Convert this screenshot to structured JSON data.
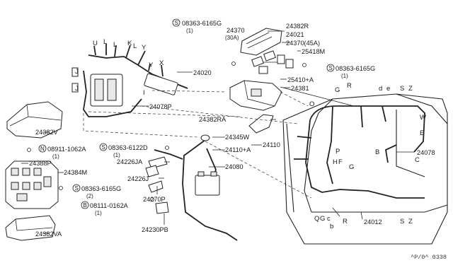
{
  "callouts": [
    {
      "id": "c1",
      "prefix": "S",
      "text": "08363-6165G",
      "sub": "(1)"
    },
    {
      "id": "c2",
      "prefix": "N",
      "text": "08911-1062A",
      "sub": "(1)"
    },
    {
      "id": "c3",
      "prefix": "S",
      "text": "08363-6122D",
      "sub": "(1)"
    },
    {
      "id": "c4",
      "prefix": "S",
      "text": "08363-6165G",
      "sub": "(2)"
    },
    {
      "id": "c5",
      "prefix": "B",
      "text": "08111-0162A",
      "sub": "(1)"
    },
    {
      "id": "c6",
      "prefix": "S",
      "text": "08363-6165G",
      "sub": "(1)"
    }
  ],
  "parts": {
    "p24382R": "24382R",
    "p24370": "24370",
    "p30A": "(30A)",
    "p24021": "24021",
    "p24370_45A": "24370(45A)",
    "p25418M": "25418M",
    "p24020": "24020",
    "p25410A": "25410+A",
    "p24381": "24381",
    "p24078P": "24078P",
    "p24382V": "24382V",
    "p24382RA": "24382RA",
    "p24345W": "24345W",
    "p24110A": "24110+A",
    "p24110": "24110",
    "p24388P": "24388P",
    "p24226JA": "24226JA",
    "p24384M": "24384M",
    "p24226J": "24226J",
    "p24080": "24080",
    "p24270P": "24270P",
    "p24230PB": "24230PB",
    "p24382VA": "24382VA",
    "p24078": "24078",
    "p24012": "24012"
  },
  "harness_letters": {
    "U": "U",
    "L": "L",
    "K": "K",
    "Y": "Y",
    "X": "X",
    "I": "I",
    "J": "J",
    "G": "G",
    "R": "R",
    "d": "d",
    "e": "e",
    "S": "S",
    "Z": "Z",
    "O": "O",
    "W": "W",
    "E": "E",
    "B": "B",
    "C": "C",
    "P": "P",
    "H": "H",
    "F": "F",
    "Q": "Q",
    "b": "b"
  },
  "catalog_code": "^P/0^ 0338"
}
